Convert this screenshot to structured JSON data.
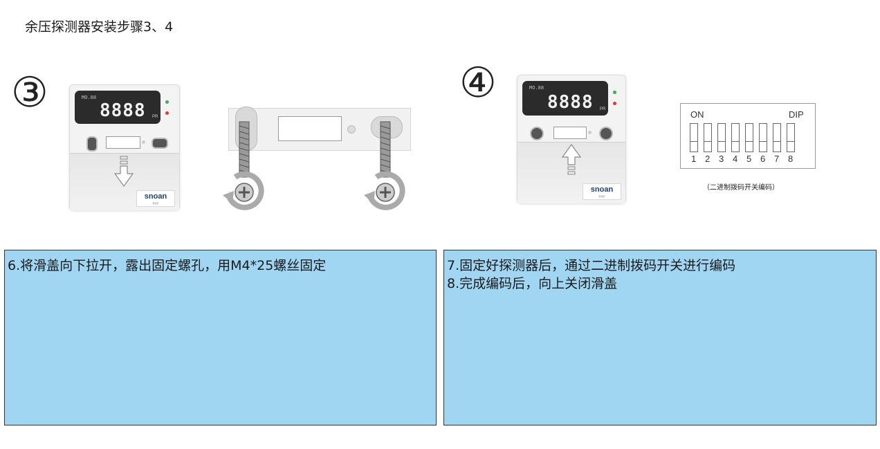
{
  "title": "余压探测器安装步骤3、4",
  "steps": [
    {
      "number": "③"
    },
    {
      "number": "④"
    }
  ],
  "device": {
    "display_small": "MO.88",
    "display_big": "8888",
    "display_unit": "PR",
    "led_green": "#2fb34a",
    "led_red": "#e23636",
    "brand": "snoan",
    "brand_sub": "赛诺安"
  },
  "dip_switch": {
    "on_label": "ON",
    "dip_label": "DIP",
    "numbers": [
      "1",
      "2",
      "3",
      "4",
      "5",
      "6",
      "7",
      "8"
    ],
    "caption": "（二进制拨码开关编码）"
  },
  "instructions": {
    "left": [
      "6.将滑盖向下拉开，露出固定螺孔，用M4*25螺丝固定"
    ],
    "right": [
      "7.固定好探测器后，通过二进制拨码开关进行编码",
      "8.完成编码后，向上关闭滑盖"
    ]
  },
  "colors": {
    "box_fill": "#a1d6f3",
    "box_border": "#333333"
  }
}
